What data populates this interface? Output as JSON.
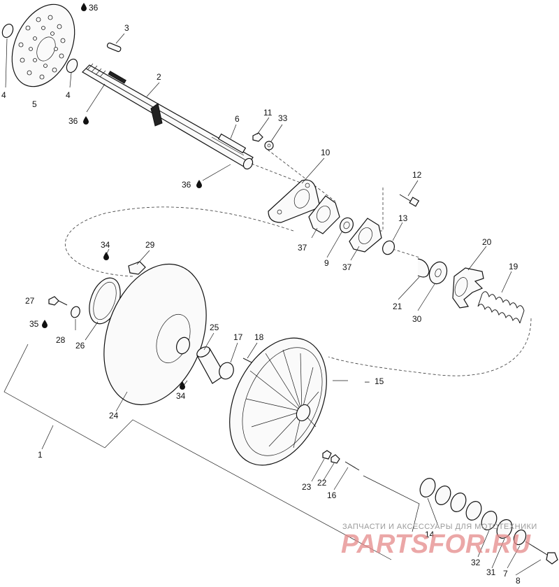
{
  "labels": {
    "n1": "1",
    "n2": "2",
    "n3": "3",
    "n4a": "4",
    "n4b": "4",
    "n5": "5",
    "n6": "6",
    "n7": "7",
    "n8": "8",
    "n9": "9",
    "n10": "10",
    "n11": "11",
    "n12": "12",
    "n13": "13",
    "n14": "14",
    "n15": "15",
    "n16": "16",
    "n17": "17",
    "n18": "18",
    "n19": "19",
    "n20": "20",
    "n21": "21",
    "n22": "22",
    "n23": "23",
    "n24": "24",
    "n25": "25",
    "n26": "26",
    "n27": "27",
    "n28": "28",
    "n29": "29",
    "n30": "30",
    "n31": "31",
    "n32": "32",
    "n33": "33",
    "n34a": "34",
    "n34b": "34",
    "n35": "35",
    "n36a": "36",
    "n36b": "36",
    "n36c": "36",
    "n37a": "37",
    "n37b": "37"
  },
  "callout_15_dash": "–",
  "watermark": {
    "line1": "ЗАПЧАСТИ И АКСЕССУАРЫ ДЛЯ МОТОТЕХНИКИ",
    "line2": "PARTSFOR.RU"
  },
  "colors": {
    "ink": "#111111",
    "watermark_text": "#9a9a9a",
    "watermark_logo": "#e58a8a"
  }
}
